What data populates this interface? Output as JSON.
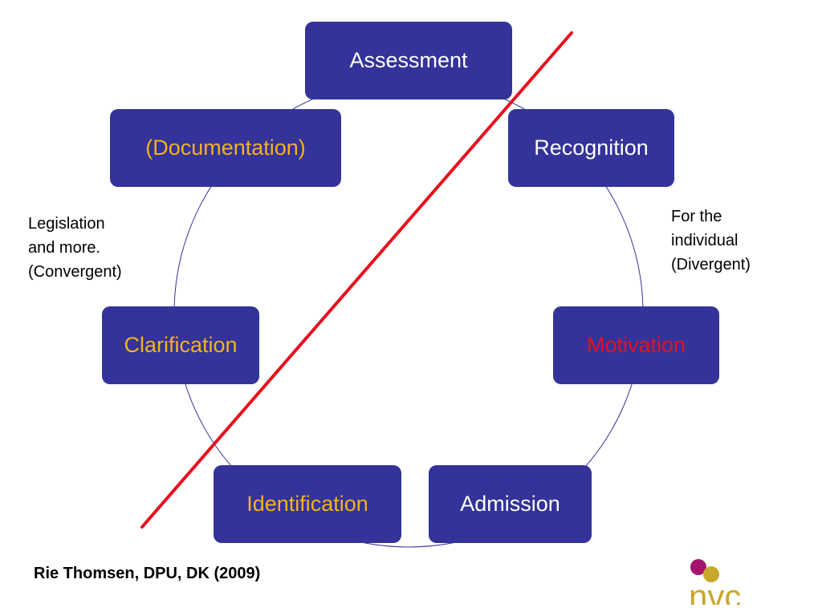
{
  "nodes": [
    {
      "id": "assessment",
      "label": "Assessment",
      "color": "#ffffff"
    },
    {
      "id": "recognition",
      "label": "Recognition",
      "color": "#ffffff"
    },
    {
      "id": "motivation",
      "label": "Motivation",
      "color": "#e8101e"
    },
    {
      "id": "admission",
      "label": "Admission",
      "color": "#ffffff"
    },
    {
      "id": "identification",
      "label": "Identification",
      "color": "#f4b21c"
    },
    {
      "id": "clarification",
      "label": "Clarification",
      "color": "#f4b21c"
    },
    {
      "id": "documentation",
      "label": "(Documentation)",
      "color": "#f4b21c"
    }
  ],
  "notes": {
    "left": [
      "Legislation",
      "and more.",
      "(Convergent)"
    ],
    "right": [
      "For the",
      "individual",
      "(Divergent)"
    ]
  },
  "credit": "Rie Thomsen, DPU, DK (2009)",
  "logo": {
    "text": "nvc"
  },
  "colors": {
    "node_fill": "#333399",
    "cycle_line": "#333399",
    "divider": "#e8101e",
    "logo_magenta": "#a3156e",
    "logo_gold": "#c9a72a"
  }
}
